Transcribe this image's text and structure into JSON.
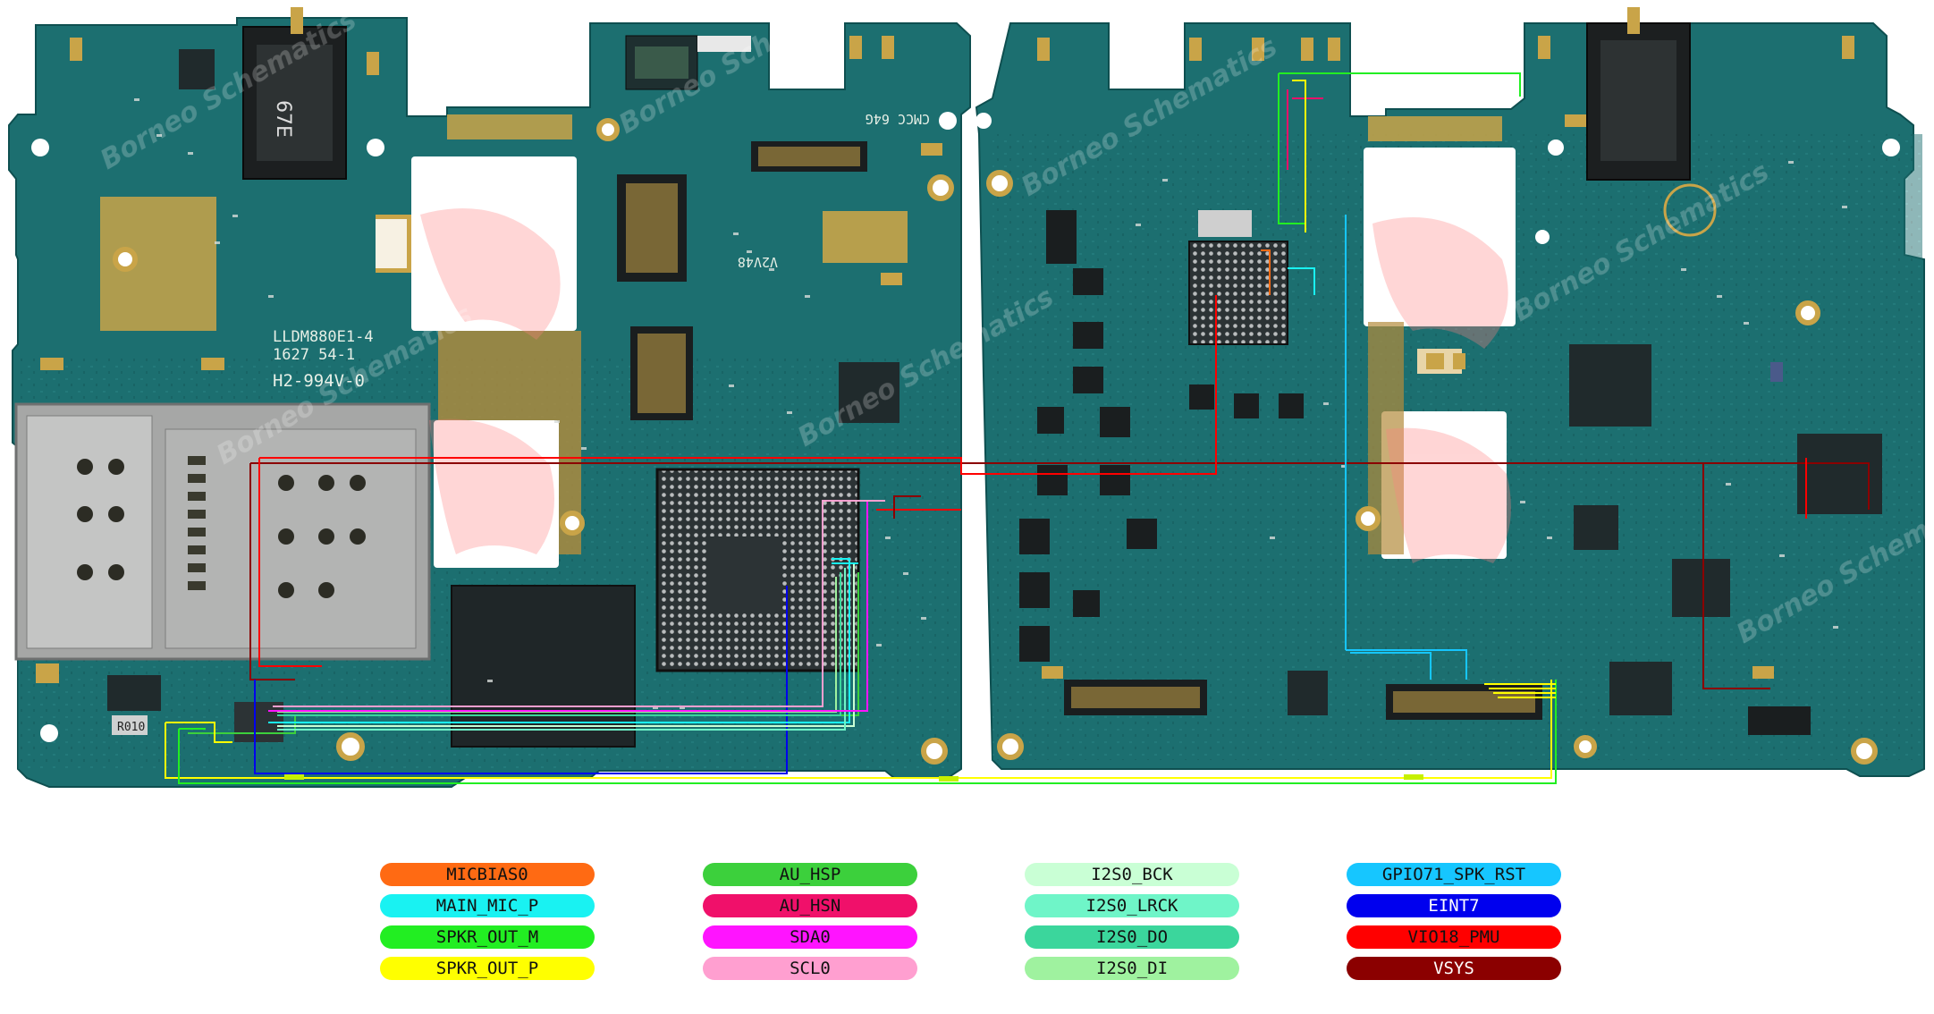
{
  "board": {
    "left": {
      "silkscreen": [
        "LLDM880E1-4",
        "1627 54-1",
        "H2-994V-0",
        "CMCC 64G",
        "V2V48",
        "67E",
        "R010"
      ]
    },
    "right": {
      "silkscreen": []
    }
  },
  "watermark": "Borneo Schematics",
  "legend": [
    {
      "label": "MICBIAS0",
      "color": "#ff6a13",
      "text_color": "#111111"
    },
    {
      "label": "MAIN_MIC_P",
      "color": "#19f2f2",
      "text_color": "#111111"
    },
    {
      "label": "SPKR_OUT_M",
      "color": "#22ee22",
      "text_color": "#111111"
    },
    {
      "label": "SPKR_OUT_P",
      "color": "#ffff00",
      "text_color": "#111111"
    },
    {
      "label": "AU_HSP",
      "color": "#3cd03c",
      "text_color": "#111111"
    },
    {
      "label": "AU_HSN",
      "color": "#f0106a",
      "text_color": "#111111"
    },
    {
      "label": "SDA0",
      "color": "#ff14ff",
      "text_color": "#111111"
    },
    {
      "label": "SCL0",
      "color": "#ff9fd0",
      "text_color": "#111111"
    },
    {
      "label": "I2S0_BCK",
      "color": "#c9ffd5",
      "text_color": "#111111"
    },
    {
      "label": "I2S0_LRCK",
      "color": "#6ff5c8",
      "text_color": "#111111"
    },
    {
      "label": "I2S0_DO",
      "color": "#3bd69c",
      "text_color": "#111111"
    },
    {
      "label": "I2S0_DI",
      "color": "#9ff29f",
      "text_color": "#111111"
    },
    {
      "label": "GPIO71_SPK_RST",
      "color": "#16c6ff",
      "text_color": "#111111"
    },
    {
      "label": "EINT7",
      "color": "#0000ee",
      "text_color": "#ffffff"
    },
    {
      "label": "VIO18_PMU",
      "color": "#ff0000",
      "text_color": "#111111"
    },
    {
      "label": "VSYS",
      "color": "#8b0000",
      "text_color": "#ffffff"
    }
  ],
  "colors": {
    "pcb": "#1c6f70",
    "pcb_dark": "#13595b",
    "gold": "#c9a448",
    "shield": "#a6a7a6",
    "chip": "#202a2c"
  }
}
